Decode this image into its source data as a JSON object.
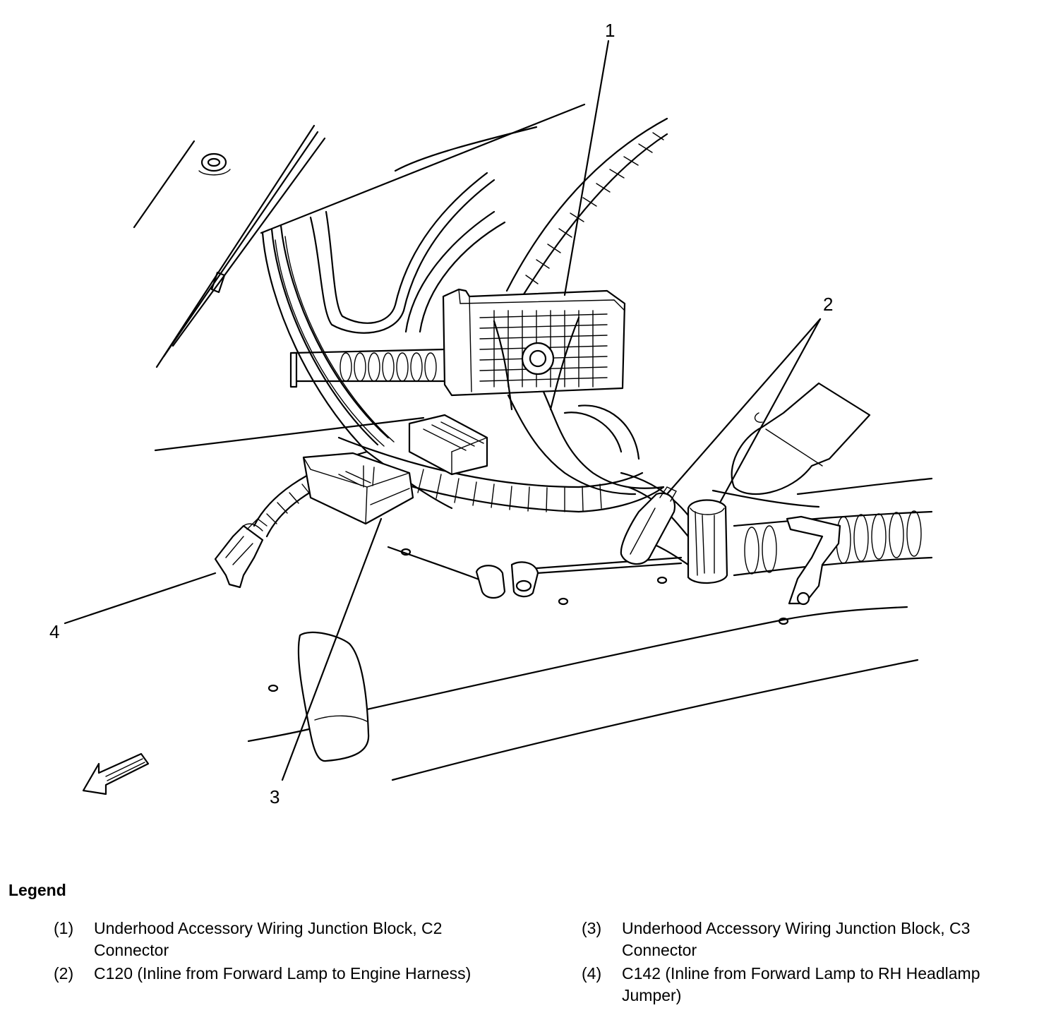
{
  "callouts": {
    "c1": "1",
    "c2": "2",
    "c3": "3",
    "c4": "4"
  },
  "legend": {
    "title": "Legend",
    "items": [
      {
        "num": "(1)",
        "text": "Underhood Accessory Wiring Junction Block, C2 Connector"
      },
      {
        "num": "(2)",
        "text": "C120 (Inline from Forward Lamp to Engine Harness)"
      },
      {
        "num": "(3)",
        "text": "Underhood Accessory Wiring Junction Block, C3 Connector"
      },
      {
        "num": "(4)",
        "text": "C142 (Inline from Forward Lamp to RH Headlamp Jumper)"
      }
    ]
  }
}
